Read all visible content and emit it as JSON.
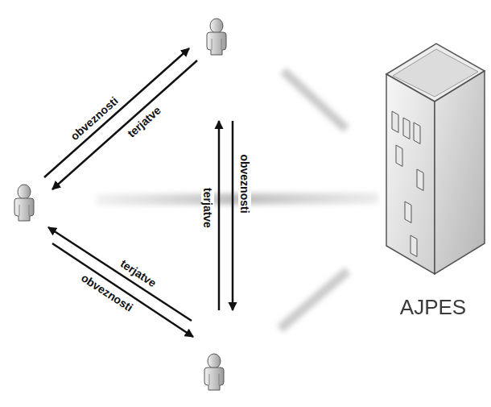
{
  "diagram": {
    "nodes": [
      {
        "text": [
          "AJPES"
        ]
      }
    ],
    "labels": [
      "obveznosti",
      "terjatve",
      "obveznosti",
      "terjatve",
      "terjatve",
      "obveznosti"
    ]
  }
}
